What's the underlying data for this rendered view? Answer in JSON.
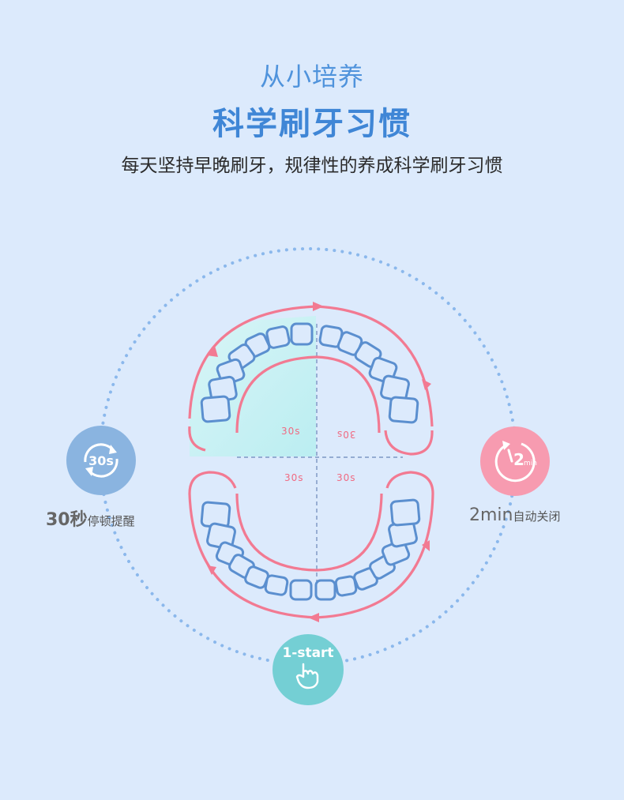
{
  "header": {
    "subtitle": "从小培养",
    "title": "科学刷牙习惯",
    "description": "每天坚持早晚刷牙，规律性的养成科学刷牙习惯"
  },
  "badges": {
    "pause": {
      "icon_text": "30s",
      "label_big": "30秒",
      "label_small": "停顿提醒"
    },
    "auto_off": {
      "icon_text": "2",
      "icon_unit": "min",
      "label_big": "2min",
      "label_small": "自动关闭"
    },
    "start": {
      "label": "1-start"
    }
  },
  "quadrants": {
    "upper_left": "30s",
    "upper_right": "30s",
    "lower_left": "30s",
    "lower_right": "30s"
  },
  "icons": [
    "refresh-30s-icon",
    "clock-icon",
    "tap-hand-icon"
  ],
  "colors": {
    "background": "#dceafc",
    "accent_blue": "#3f86d6",
    "tooth_stroke": "#5b8fcf",
    "arrow_pink": "#f27a92",
    "pause_badge": "#8ab4e0",
    "off_badge": "#f79bb0",
    "start_badge": "#74cfd4"
  }
}
